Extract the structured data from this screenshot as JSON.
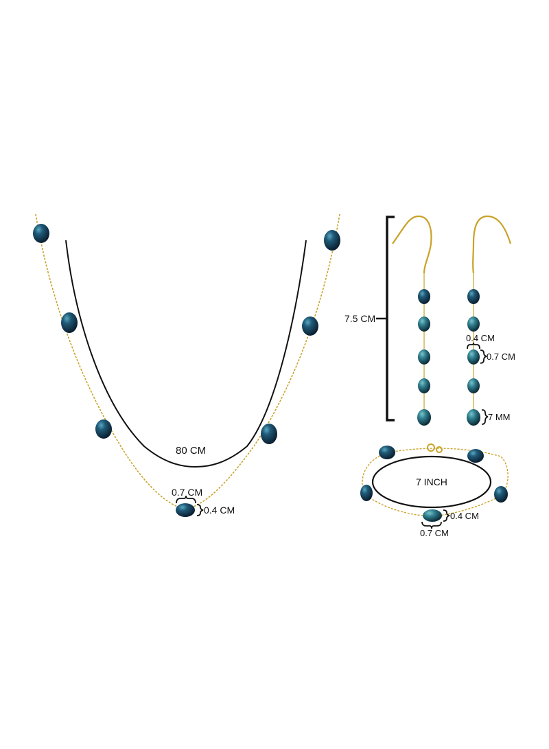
{
  "necklace": {
    "length_label": "80 CM",
    "pearl_width_label": "0.7 CM",
    "pearl_height_label": "0.4 CM"
  },
  "earrings": {
    "length_label": "7.5 CM",
    "pearl_width_label": "0.4 CM",
    "pearl_height_label": "0.7 CM",
    "pearl_size_label": "7 MM"
  },
  "bracelet": {
    "length_label": "7 INCH",
    "pearl_height_label": "0.4 CM",
    "pearl_width_label": "0.7 CM"
  },
  "colors": {
    "gold": "#c9a227",
    "pearl_dark": "#10304a",
    "pearl_mid": "#1f5a78",
    "pearl_teal": "#2f7f8f",
    "line": "#111111"
  }
}
